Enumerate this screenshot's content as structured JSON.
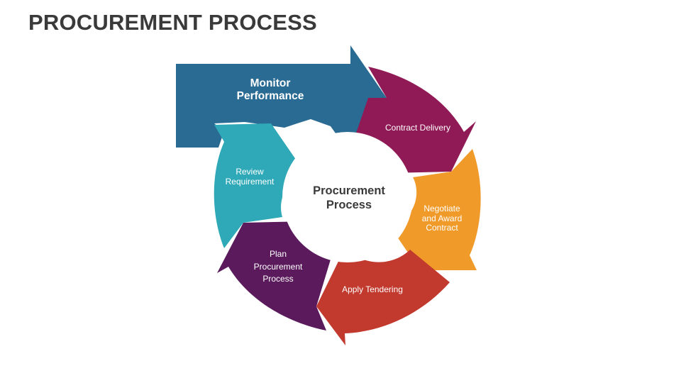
{
  "title": "PROCUREMENT PROCESS",
  "center": {
    "line1": "Procurement",
    "line2": "Process"
  },
  "steps": [
    {
      "id": "monitor",
      "lines": [
        "Monitor",
        "Performance"
      ],
      "color": "#2a6b93"
    },
    {
      "id": "contract",
      "lines": [
        "Contract Delivery"
      ],
      "color": "#8f1a55"
    },
    {
      "id": "negotiate",
      "lines": [
        "Negotiate",
        "and Award",
        "Contract"
      ],
      "color": "#f09a2a"
    },
    {
      "id": "tendering",
      "lines": [
        "Apply Tendering"
      ],
      "color": "#c2392e"
    },
    {
      "id": "plan",
      "lines": [
        "Plan",
        "Procurement",
        "Process"
      ],
      "color": "#5a1a5c"
    },
    {
      "id": "review",
      "lines": [
        "Review",
        "Requirement"
      ],
      "color": "#2fa9b8"
    }
  ]
}
